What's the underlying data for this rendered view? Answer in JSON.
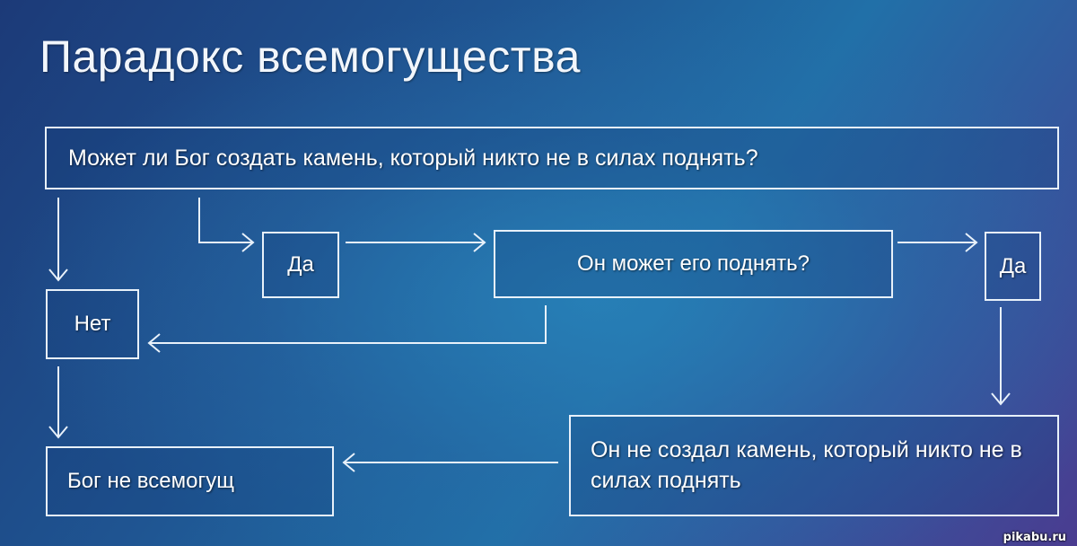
{
  "title": "Парадокс всемогущества",
  "nodes": {
    "question": "Может ли Бог создать камень, который никто не в силах поднять?",
    "yes1": "Да",
    "can_lift": "Он может его поднять?",
    "yes2": "Да",
    "no": "Нет",
    "not_created": "Он не создал камень, который никто не в силах поднять",
    "conclusion": "Бог не всемогущ"
  },
  "watermark": "pikabu.ru"
}
